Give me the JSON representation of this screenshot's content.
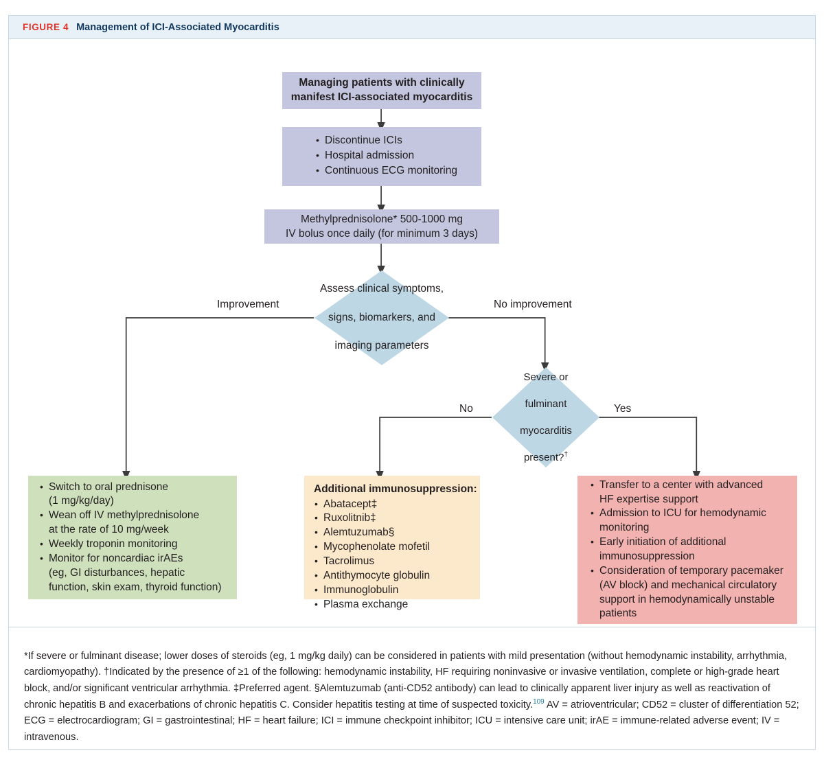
{
  "header": {
    "tag": "FIGURE 4",
    "title": "Management of ICI-Associated Myocarditis",
    "tag_color": "#e03127",
    "title_color": "#13395e",
    "bar_color": "#e9f1f8"
  },
  "palette": {
    "purple": "#c3c6de",
    "blue_diamond": "#bed7e5",
    "green": "#cfe0bd",
    "orange": "#fce8ca",
    "red": "#f2b2b0",
    "line": "#3b3b3b"
  },
  "flow": {
    "start_box": {
      "line1": "Managing patients with clinically",
      "line2": "manifest ICI-associated myocarditis"
    },
    "initial_steps": [
      "Discontinue ICIs",
      "Hospital admission",
      "Continuous ECG monitoring"
    ],
    "steroid_box": {
      "line1": "Methylprednisolone* 500-1000 mg",
      "line2": "IV bolus once daily (for minimum 3 days)"
    },
    "assess_diamond": {
      "line1": "Assess clinical symptoms,",
      "line2": "signs, biomarkers, and",
      "line3": "imaging parameters"
    },
    "assess_branches": {
      "left": "Improvement",
      "right": "No improvement"
    },
    "severity_diamond": {
      "line1": "Severe or",
      "line2": "fulminant",
      "line3": "myocarditis",
      "line4": "present?",
      "dagger": "†"
    },
    "severity_branches": {
      "left": "No",
      "right": "Yes"
    },
    "green_box": {
      "items": [
        "Switch to oral prednisone\n(1 mg/kg/day)",
        "Wean off IV methylprednisolone\nat the rate of 10 mg/week",
        "Weekly troponin monitoring",
        "Monitor for noncardiac irAEs\n(eg, GI disturbances, hepatic\nfunction, skin exam, thyroid function)"
      ]
    },
    "orange_box": {
      "heading": "Additional immunosuppression:",
      "items": [
        "Abatacept‡",
        "Ruxolitnib‡",
        "Alemtuzumab§",
        "Mycophenolate mofetil",
        "Tacrolimus",
        "Antithymocyte globulin",
        "Immunoglobulin",
        "Plasma exchange"
      ]
    },
    "red_box": {
      "items": [
        "Transfer to a center with advanced\nHF expertise support",
        "Admission to ICU for hemodynamic\nmonitoring",
        "Early initiation of additional\nimmunosuppression",
        "Consideration of temporary pacemaker\n(AV block) and mechanical circulatory\nsupport in hemodynamically unstable\npatients"
      ]
    }
  },
  "footnote": {
    "part1": "*If severe or fulminant disease; lower doses of steroids (eg, 1 mg/kg daily) can be considered in patients with mild presentation (without hemodynamic instability, arrhythmia, cardiomyopathy). †Indicated by the presence of ≥1 of the following: hemodynamic instability, HF requiring noninvasive or invasive ventilation, complete or high-grade heart block, and/or significant ventricular arrhythmia. ‡Preferred agent. §Alemtuzumab (anti-CD52 antibody) can lead to clinically apparent liver injury as well as reactivation of chronic hepatitis B and exacerbations of chronic hepatitis C. Consider hepatitis testing at time of suspected toxicity.",
    "reference": "109",
    "part2": " AV = atrioventricular; CD52 = cluster of differentiation 52; ECG = electrocardiogram; GI = gastrointestinal; HF = heart failure; ICI = immune checkpoint inhibitor; ICU = intensive care unit; irAE = immune-related adverse event; IV = intravenous."
  }
}
